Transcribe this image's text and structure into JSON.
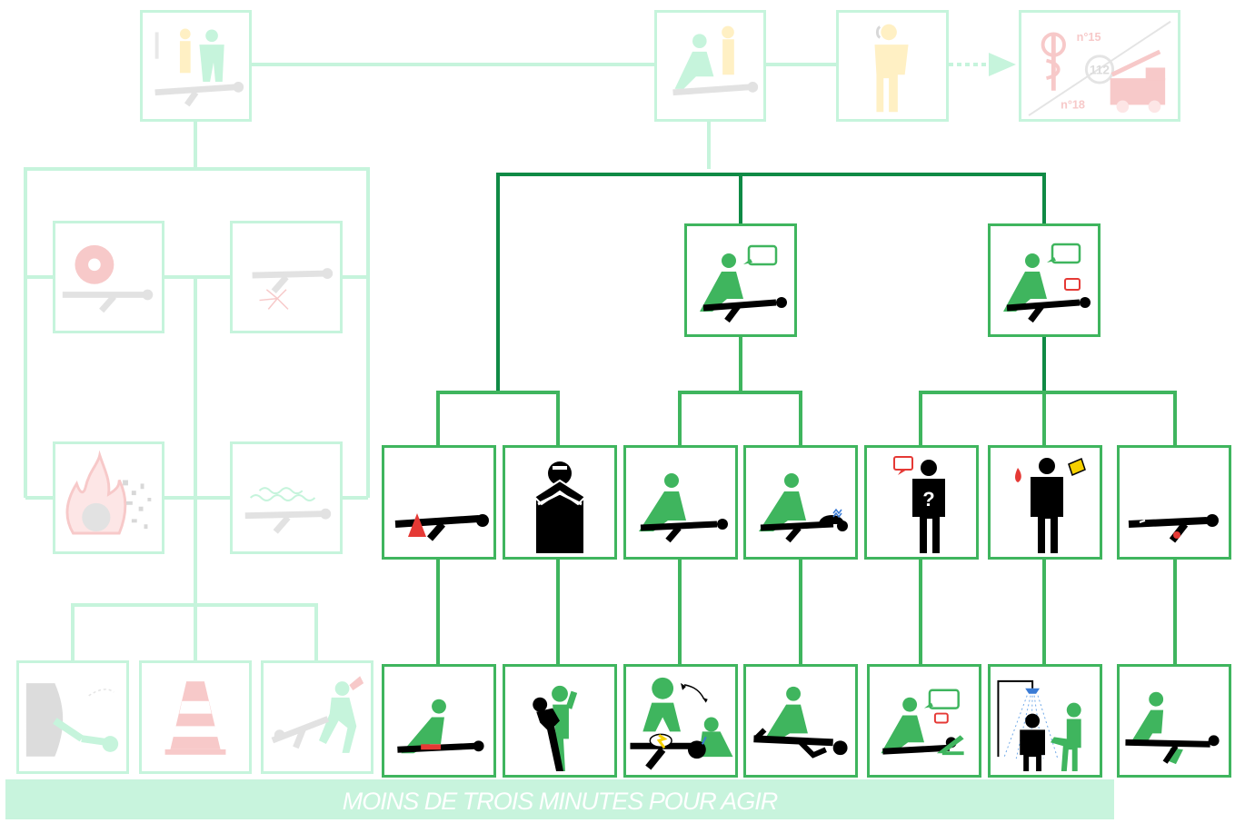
{
  "footer": {
    "banner_text": "MOINS DE TROIS MINUTES POUR AGIR"
  },
  "emergency_numbers": {
    "samu": "n°15",
    "european": "112",
    "firefighters": "n°18"
  },
  "colors": {
    "active_green": "#3fb55e",
    "faded_green": "#c6f4dc",
    "faded_yellow": "#fff0c4",
    "faded_red": "#f7c9c9",
    "figure_black": "#000000",
    "accent_red": "#e53935"
  },
  "icons": {
    "top_row": [
      "protect-scene-icon",
      "assess-victim-icon",
      "call-for-help-icon",
      "emergency-services-icon"
    ],
    "level_2": [
      "victim-responds-icon",
      "victim-reports-pain-icon"
    ],
    "level_3": [
      "bleeding-victim-icon",
      "choking-victim-icon",
      "unconscious-breathing-icon",
      "not-breathing-icon",
      "victim-feels-unwell-icon",
      "burned-victim-icon",
      "wounded-victim-icon"
    ],
    "level_4": [
      "compress-wound-icon",
      "back-blows-icon",
      "cpr-defibrillator-icon",
      "recovery-position-icon",
      "rest-and-ask-questions-icon",
      "cool-burn-with-water-icon",
      "bandage-wound-icon"
    ],
    "left_tree": [
      "electrical-danger-icon",
      "injured-person-sparks-icon",
      "explosion-danger-icon",
      "gas-leak-icon",
      "vehicle-crash-icon",
      "traffic-cone-icon",
      "rescuer-dragging-victim-icon"
    ]
  }
}
